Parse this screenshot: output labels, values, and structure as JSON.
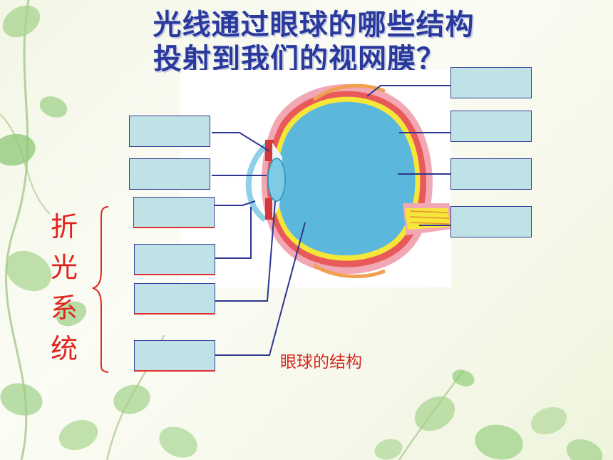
{
  "title": {
    "line1": "光线通过眼球的哪些结构",
    "line2": "投射到我们的视网膜？"
  },
  "bracket_label": [
    "折",
    "光",
    "系",
    "统"
  ],
  "caption": "眼球的结构",
  "colors": {
    "title": "#2a3a9c",
    "label_box_fill": "#bfe2e6",
    "label_box_border": "#3a3f9a",
    "accent_red": "#e0251e",
    "eyeball_blue": "#5bb8dc",
    "sclera_pink": "#f1a9b5",
    "retina_yellow": "#f5e63a",
    "leaf_green": "#8fc97e"
  },
  "label_boxes_left": 6,
  "label_boxes_right": 4
}
